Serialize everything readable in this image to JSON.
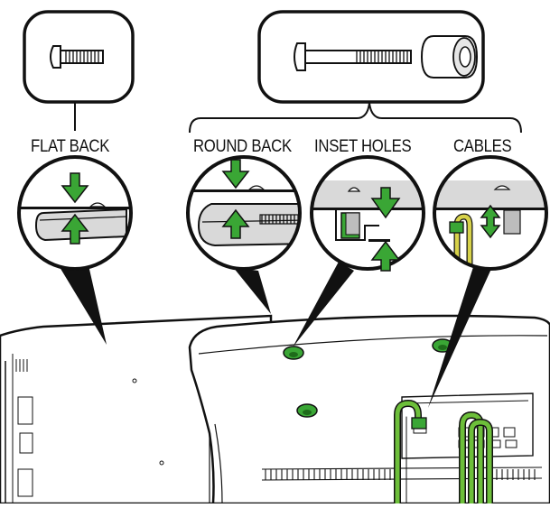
{
  "labels": {
    "flat_back": "FLAT BACK",
    "round_back": "ROUND BACK",
    "inset_holes": "INSET HOLES",
    "cables": "CABLES"
  },
  "colors": {
    "accent_green": "#3aa635",
    "cable_green": "#6dbf3a",
    "cable_yellow": "#d7d24a",
    "outline": "#111111",
    "panel_fill": "#ffffff",
    "shade_grey": "#d9d9d9"
  },
  "icons": {
    "short_screw": "short-screw-icon",
    "long_screw": "long-screw-icon",
    "spacer": "spacer-icon",
    "arrow": "arrow-icon"
  }
}
